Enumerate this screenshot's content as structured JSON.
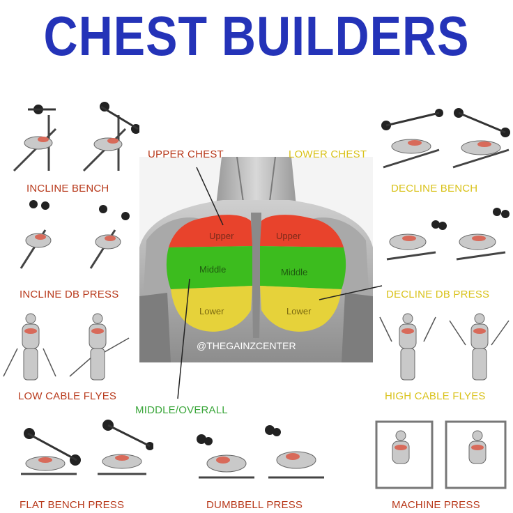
{
  "title": "CHEST BUILDERS",
  "anatomy": {
    "upper": "Upper",
    "middle": "Middle",
    "lower": "Lower",
    "watermark": "@THEGAINZCENTER"
  },
  "callouts": {
    "upper_chest": "UPPER CHEST",
    "lower_chest": "LOWER CHEST",
    "middle_overall": "MIDDLE/OVERALL"
  },
  "exercises": {
    "incline_bench": "INCLINE BENCH",
    "incline_db_press": "INCLINE DB PRESS",
    "low_cable_flyes": "LOW CABLE FLYES",
    "flat_bench_press": "FLAT BENCH PRESS",
    "dumbbell_press": "DUMBBELL PRESS",
    "machine_press": "MACHINE PRESS",
    "decline_bench": "DECLINE BENCH",
    "decline_db_press": "DECLINE DB PRESS",
    "high_cable_flyes": "HIGH CABLE FLYES"
  },
  "colors": {
    "title": "#2433b8",
    "upper": "#e8432c",
    "middle": "#3cbc1e",
    "lower": "#e6d23a",
    "upper_label": "#b8391b",
    "lower_label": "#d9c21a",
    "middle_label": "#3aa63a"
  }
}
